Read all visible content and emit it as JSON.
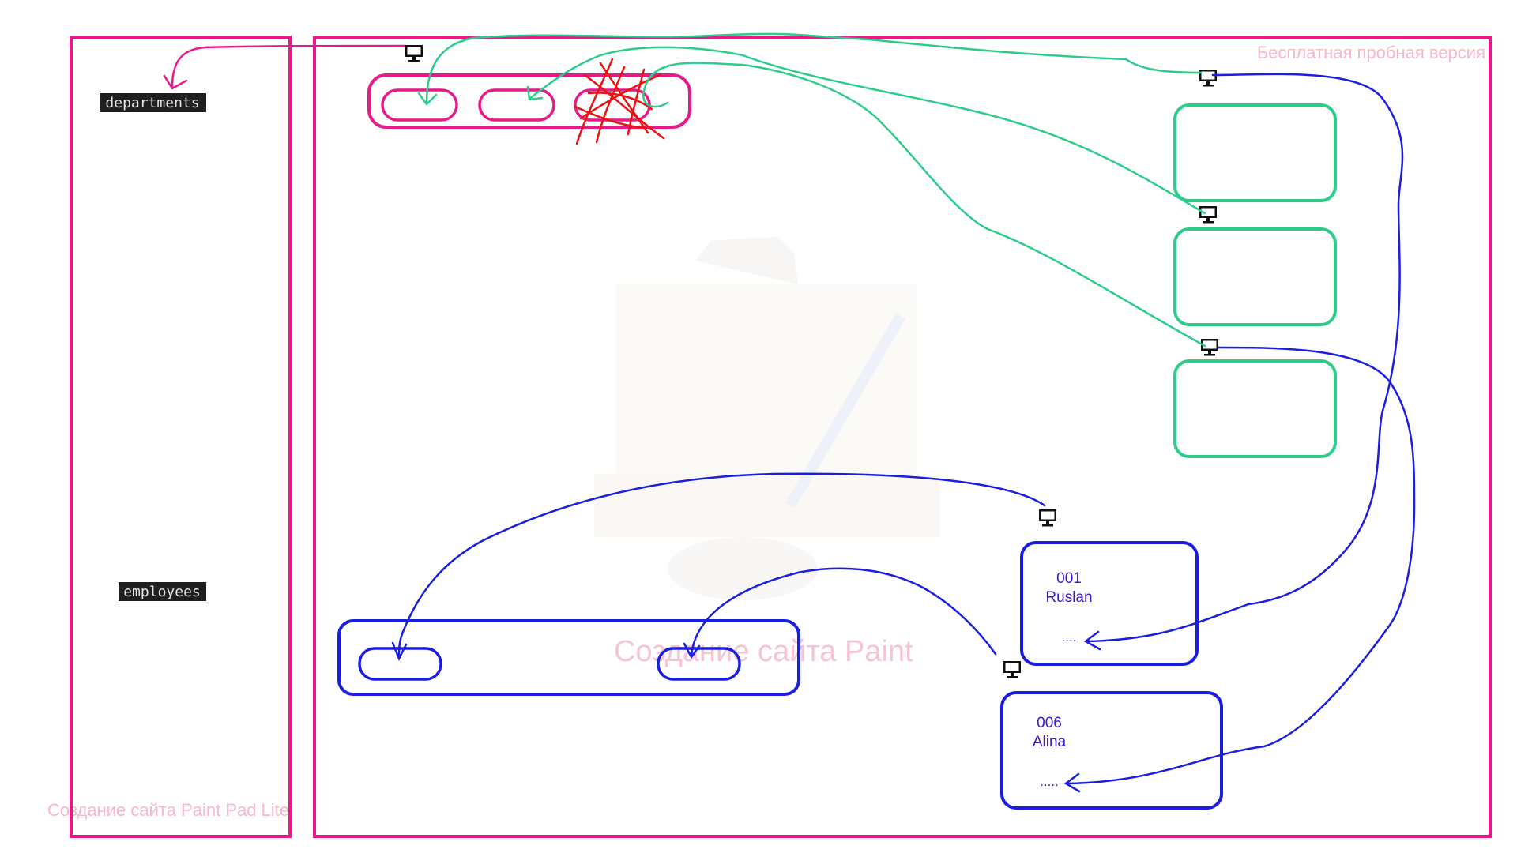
{
  "watermarks": {
    "trial": "Бесплатная пробная версия",
    "center": "Создание сайта Paint",
    "bottom_left": "Создание сайта Paint Pad Lite"
  },
  "sidebar": {
    "departments": "departments",
    "employees": "employees"
  },
  "cards": [
    {
      "id": "001",
      "name": "Ruslan",
      "more": "...."
    },
    {
      "id": "006",
      "name": "Alina",
      "more": "....."
    }
  ],
  "icons": {
    "monitor": "desktop-monitor-icon",
    "cross_out": "red-scribble-cross-out"
  },
  "colors": {
    "magenta": "#e8198b",
    "green": "#2ecc8a",
    "blue": "#1a1ee0",
    "red": "#ee1111",
    "label_bg": "#1f1f1f",
    "label_text": "#e6e6e6",
    "card_text": "#3c16c8",
    "watermark": "#f7b8c8"
  }
}
